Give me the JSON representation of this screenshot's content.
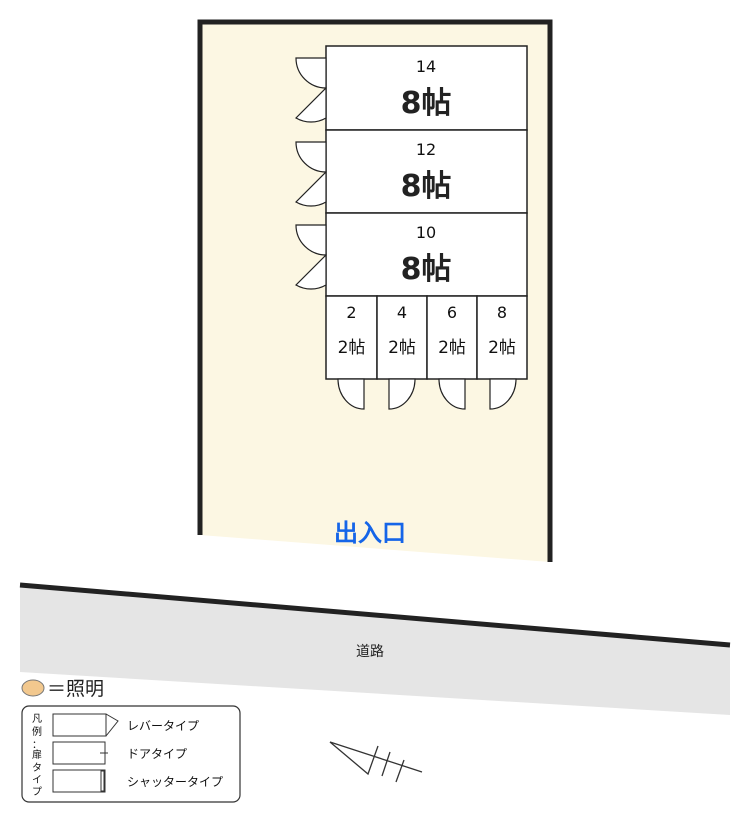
{
  "units": [
    {
      "number": "14",
      "size": "8帖"
    },
    {
      "number": "12",
      "size": "8帖"
    },
    {
      "number": "10",
      "size": "8帖"
    },
    {
      "number": "2",
      "size": "2帖"
    },
    {
      "number": "4",
      "size": "2帖"
    },
    {
      "number": "6",
      "size": "2帖"
    },
    {
      "number": "8",
      "size": "2帖"
    }
  ],
  "entrance_label": "出入口",
  "road_label": "道路",
  "lighting": {
    "label": "＝照明",
    "icon": "light-ellipse-icon",
    "color": "#f2c88e"
  },
  "legend": {
    "title": "凡例：扉タイプ",
    "title_chars": [
      "凡",
      "例",
      "：",
      "扉",
      "タ",
      "イ",
      "プ"
    ],
    "items": [
      {
        "label": "レバータイプ",
        "icon": "lever-door-icon"
      },
      {
        "label": "ドアタイプ",
        "icon": "hinged-door-icon"
      },
      {
        "label": "シャッタータイプ",
        "icon": "shutter-door-icon"
      }
    ]
  },
  "colors": {
    "site": "#fcf7e3",
    "road": "#e5e5e5",
    "wall": "#222222",
    "entrance": "#1565e8"
  },
  "north_icon": "north-arrow-icon"
}
